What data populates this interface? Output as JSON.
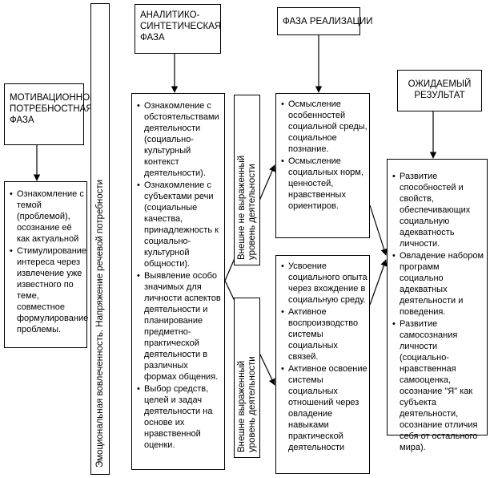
{
  "phases": {
    "motivational": {
      "title_lines": [
        "МОТИВАЦИОННО-",
        "ПОТРЕБНОСТНАЯ",
        "ФАЗА"
      ],
      "items": [
        "Ознакомление с темой (проблемой), осознание её как актуальной",
        "Стимулирование интереса через извлечение уже известного по теме, совместное формулирование проблемы."
      ]
    },
    "analytic": {
      "title_lines": [
        "АНАЛИТИКО-",
        "СИНТЕТИЧЕСКАЯ",
        "ФАЗА"
      ],
      "items": [
        "Ознакомление с обстоятельствами деятельности (социально-культурный контекст деятельности).",
        "Ознакомление с субъектами речи (социальные качества, принадлежность к социально-культурной общности).",
        "Выявление особо значимых для личности аспектов деятельности и планирование предметно-практической деятельности в различных формах общения.",
        "Выбор средств, целей и задач деятельности на основе их нравственной оценки."
      ]
    },
    "realization": {
      "title": "ФАЗА РЕАЛИЗАЦИИ",
      "upper_items": [
        "Осмысление особенностей социальной среды, социальное познание.",
        "Осмысление социальных норм, ценностей, нравственных ориентиров."
      ],
      "lower_items": [
        "Усвоение социального опыта через вхождение в социальную среду.",
        "Активное воспроизводство системы социальных связей.",
        "Активное освоение системы социальных отношений через овладение навыками практической деятельности"
      ]
    },
    "result": {
      "title_lines": [
        "ОЖИДАЕМЫЙ",
        "РЕЗУЛЬТАТ"
      ],
      "items": [
        "Развитие способностей и свойств, обеспечивающих социальную адекватность личности.",
        "Овладение набором программ социально адекватных деятельности и поведения.",
        "Развитие самосознания личности (социально-нравственная самооценка, осознание \"Я\" как субъекта деятельности, осознание отличия себя от остального мира)."
      ]
    }
  },
  "vertical_labels": {
    "emotional": "Эмоциональная вовлеченность. Напряжение речевой потребности",
    "hidden_line1": "Внешне не выраженный",
    "hidden_line2": "уровень деятельности",
    "shown_line1": "Внешне выраженный",
    "shown_line2": "уровень деятельности"
  }
}
